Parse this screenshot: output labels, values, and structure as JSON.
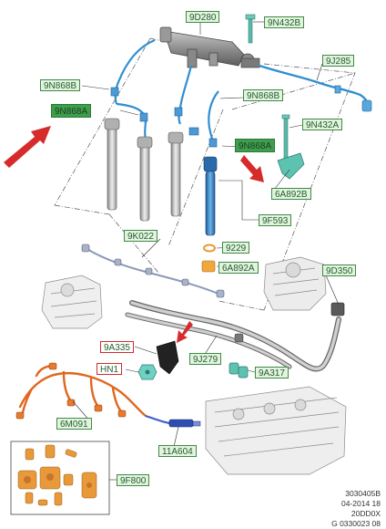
{
  "callouts": {
    "c9D280": "9D280",
    "c9N432B": "9N432B",
    "c9J285": "9J285",
    "c9N868B_left": "9N868B",
    "c9N868A_left": "9N868A",
    "c9N868B_mid": "9N868B",
    "c9N432A": "9N432A",
    "c9N868A_mid": "9N868A",
    "c6A892B": "6A892B",
    "c9F593": "9F593",
    "c9K022": "9K022",
    "c9229": "9229",
    "c6A892A": "6A892A",
    "c9D350": "9D350",
    "c9A335": "9A335",
    "cHN1": "HN1",
    "c9J279": "9J279",
    "c9A317": "9A317",
    "c6M091": "6M091",
    "c11A604": "11A604",
    "c9F800": "9F800"
  },
  "footer": {
    "code": "3030405B",
    "date": "04-2014 18",
    "variant": "20DD0X",
    "ref": "G 0330023 08"
  },
  "colors": {
    "callout_border": "#3d8b44",
    "callout_fill": "#e4f3df",
    "callout_fill_dark": "#3f9e4d",
    "highlight_red": "#d52b2b",
    "fuel_line_blue": "#2f8fd0",
    "injector_blue": "#2f80c8",
    "harness_orange": "#e0661f",
    "seal_orange": "#e89a3a"
  },
  "icons": [
    "red-arrow-icon"
  ]
}
